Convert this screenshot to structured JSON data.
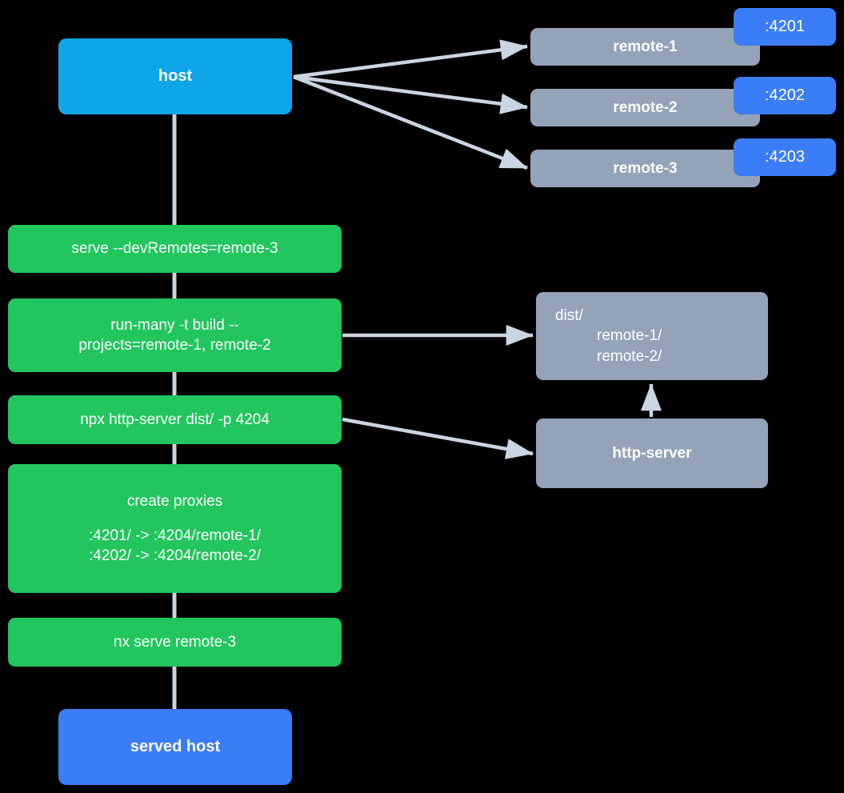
{
  "diagram": {
    "title_semantic": "nx module federation host and remotes serve flow",
    "colors": {
      "background": "#000000",
      "host": "#0FA5E9",
      "served_host": "#3B7DF6",
      "remote": "#94A3B8",
      "command": "#22C55E",
      "port_badge": "#3B7DF6",
      "edge": "#CBD5E1",
      "text": "#FFFFFF"
    }
  },
  "nodes": {
    "host": {
      "label": "host"
    },
    "served_host": {
      "label": "served host"
    },
    "remotes": [
      {
        "label": "remote-1",
        "port": ":4201"
      },
      {
        "label": "remote-2",
        "port": ":4202"
      },
      {
        "label": "remote-3",
        "port": ":4203"
      }
    ],
    "dist": {
      "line1": "dist/",
      "line2": "remote-1/",
      "line3": "remote-2/"
    },
    "http_server": {
      "label": "http-server"
    }
  },
  "commands": [
    {
      "id": "serve-devremotes",
      "line1": "serve --devRemotes=remote-3"
    },
    {
      "id": "run-many-build",
      "line1": "run-many -t build --",
      "line2": "projects=remote-1, remote-2"
    },
    {
      "id": "npx-http-server",
      "line1": "npx http-server dist/ -p 4204"
    },
    {
      "id": "create-proxies",
      "line1": "create proxies",
      "line2": ":4201/ -> :4204/remote-1/",
      "line3": ":4202/ -> :4204/remote-2/"
    },
    {
      "id": "nx-serve-remote-3",
      "line1": "nx serve remote-3"
    }
  ]
}
